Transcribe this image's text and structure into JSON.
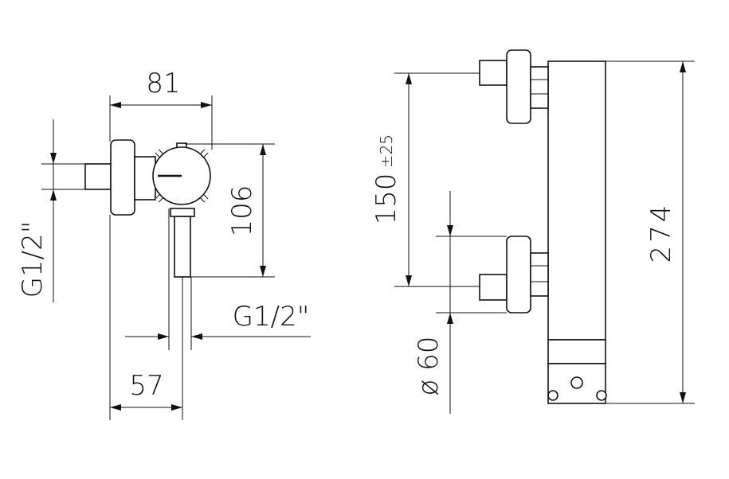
{
  "front_view": {
    "width_label": "81",
    "height_label": "106",
    "offset_label": "57",
    "inlet_thread_label": "G1/2\"",
    "outlet_thread_label": "G1/2\""
  },
  "side_view": {
    "spacing_label": "150",
    "spacing_tolerance_label": "±25",
    "diameter_label": "ø 60",
    "total_height_label": "274"
  }
}
